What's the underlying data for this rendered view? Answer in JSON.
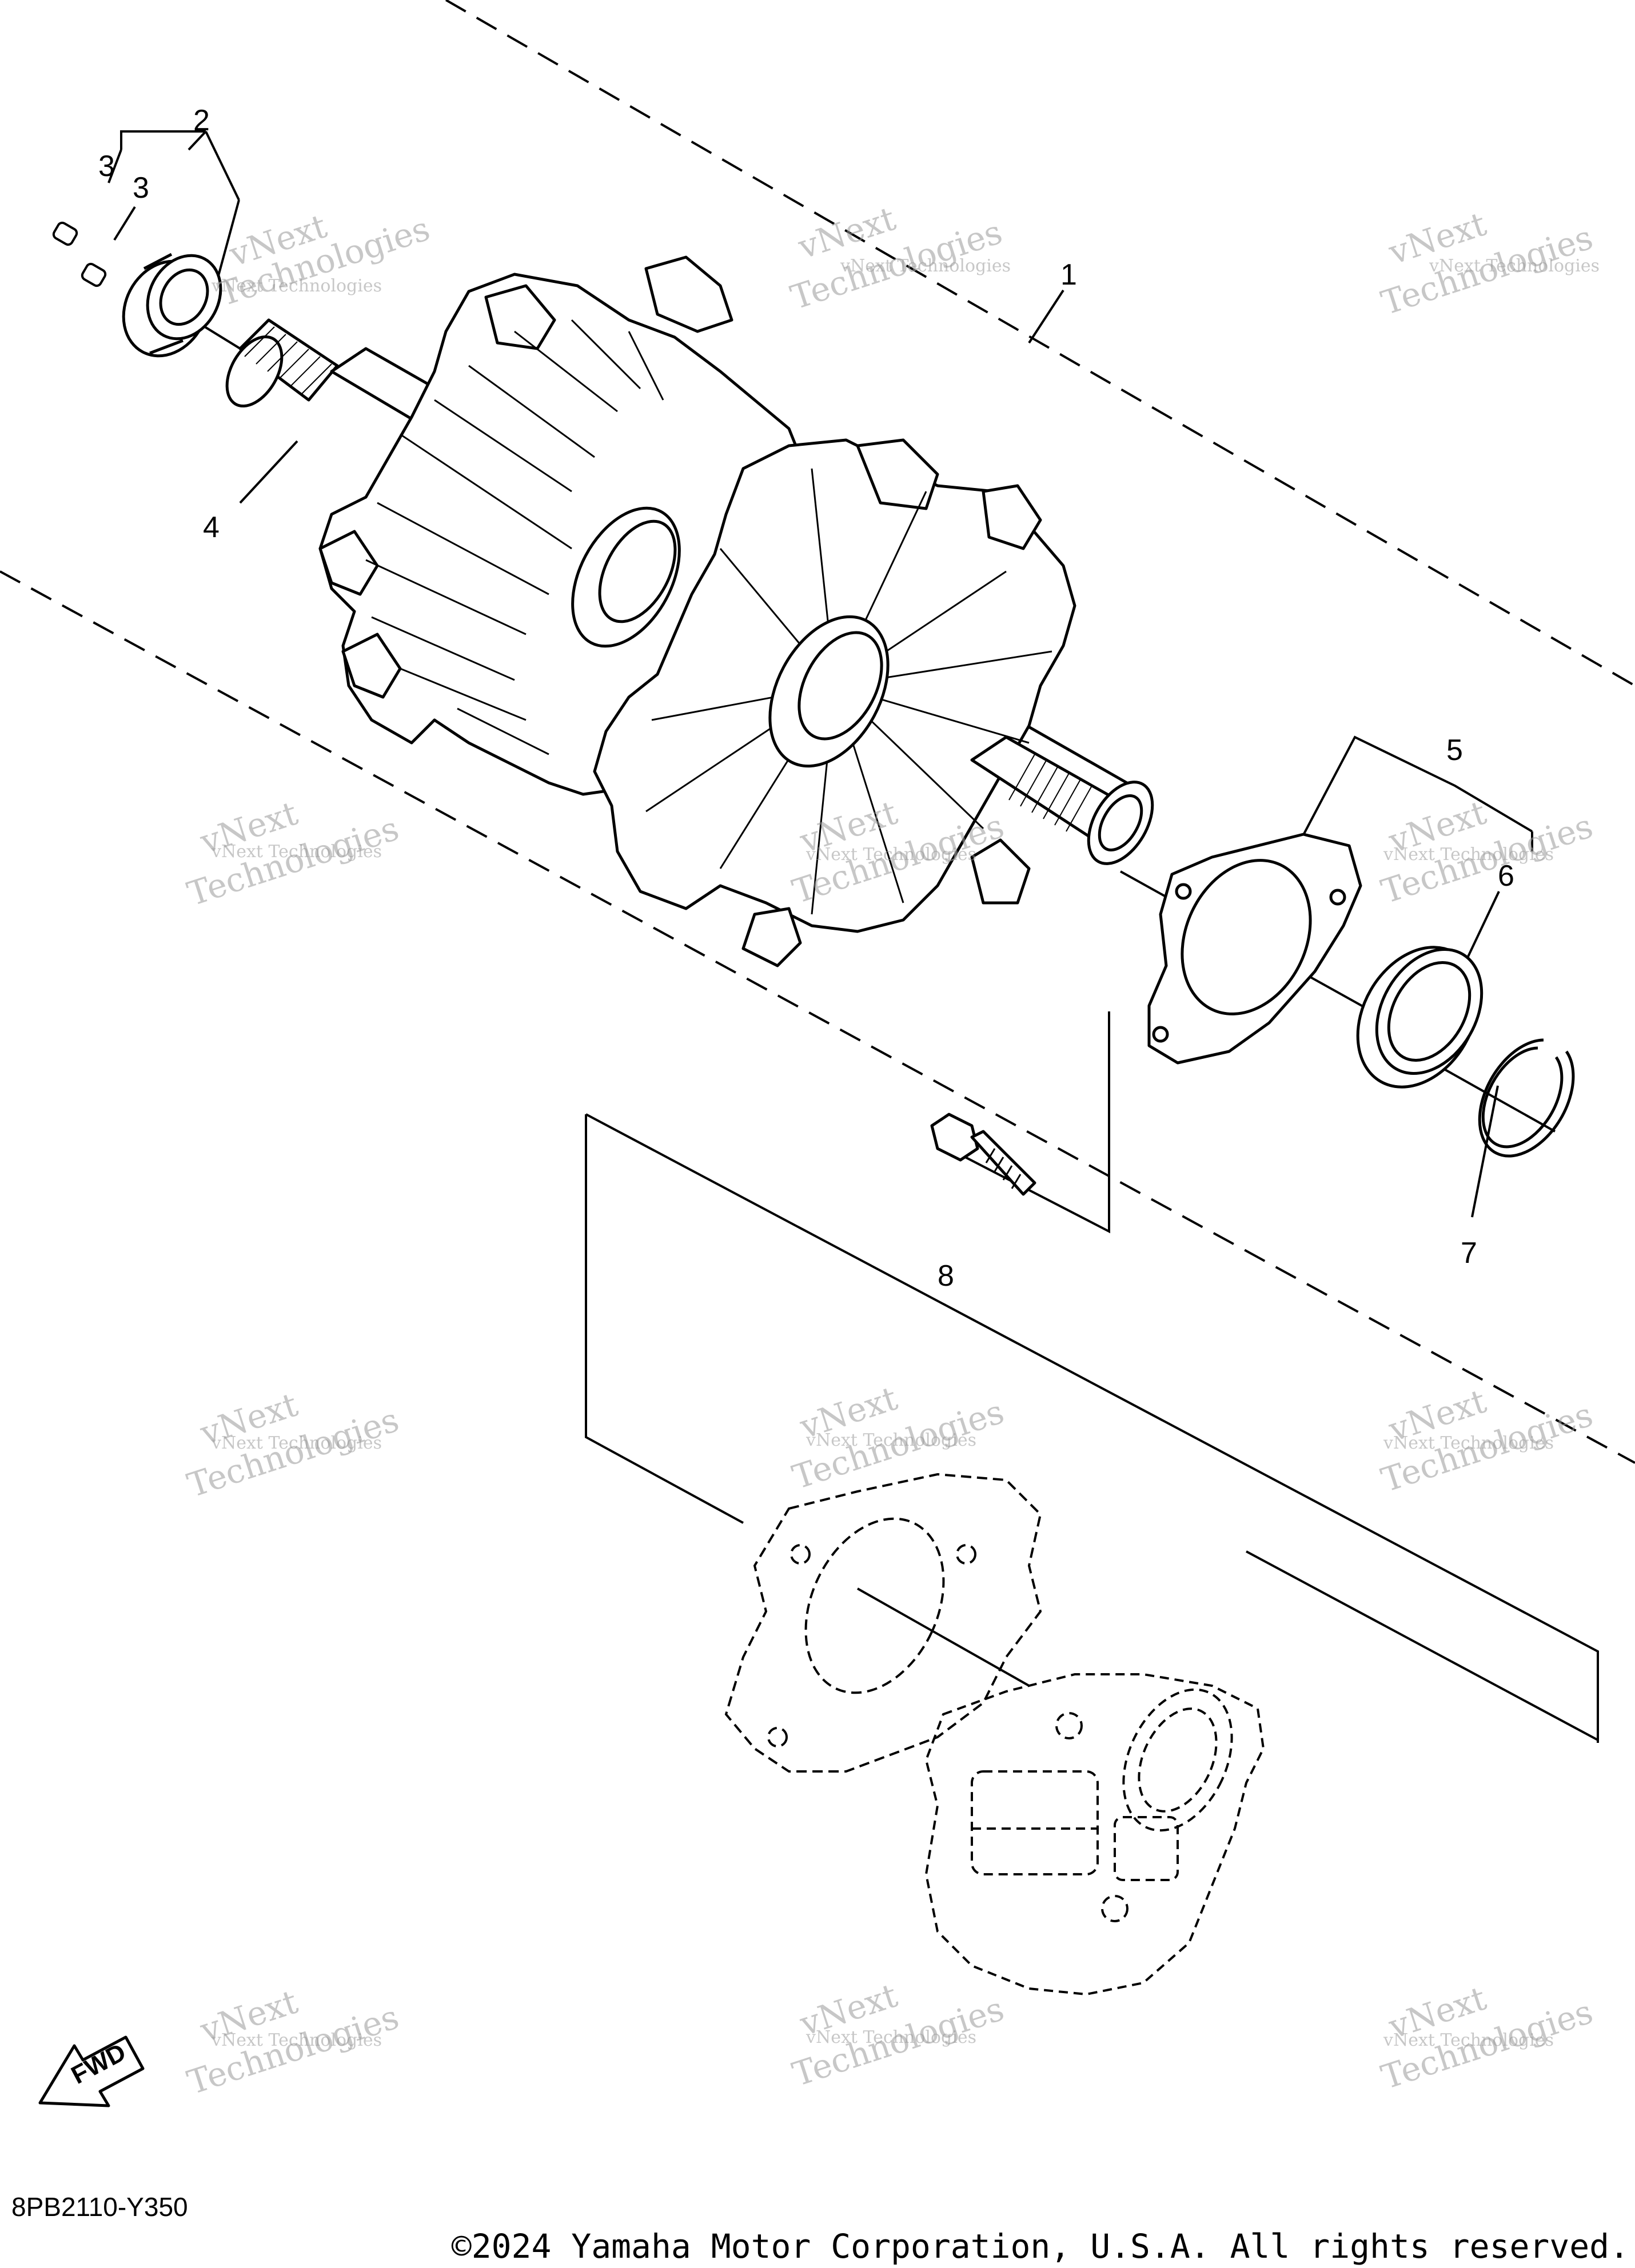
{
  "callouts": {
    "c1": "1",
    "c2": "2",
    "c3a": "3",
    "c3b": "3",
    "c4": "4",
    "c5": "5",
    "c6": "6",
    "c7": "7",
    "c8": "8"
  },
  "watermark": {
    "line1": "vNext",
    "line2": "vNext Technologies",
    "line3": "Technologies"
  },
  "fwd_label": "FWD",
  "drawing_code": "8PB2110-Y350",
  "copyright": "©2024 Yamaha Motor Corporation, U.S.A. All rights reserved."
}
